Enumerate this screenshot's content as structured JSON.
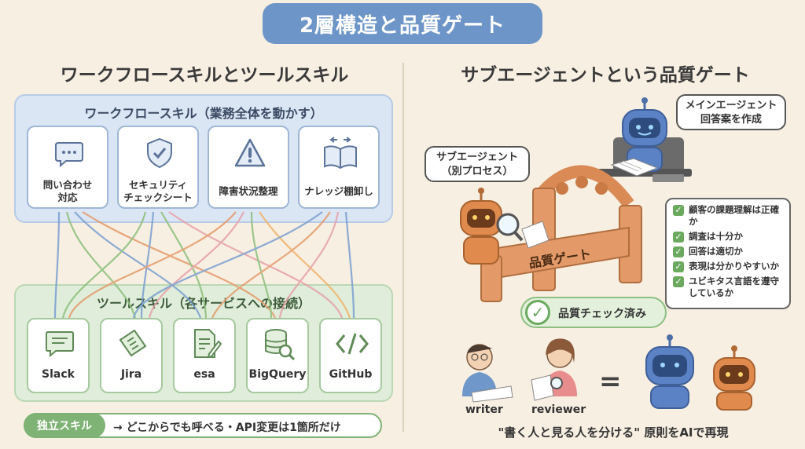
{
  "header": {
    "title": "2層構造と品質ゲート"
  },
  "left": {
    "title": "ワークフロースキルとツールスキル",
    "workflow_panel": {
      "title": "ワークフロースキル（業務全体を動かす）",
      "items": [
        {
          "line1": "問い合わせ",
          "line2": "対応",
          "icon": "chat-bubble-icon"
        },
        {
          "line1": "セキュリティ",
          "line2": "チェックシート",
          "icon": "shield-check-icon"
        },
        {
          "line1": "障害状況整理",
          "line2": "",
          "icon": "warning-icon"
        },
        {
          "line1": "ナレッジ棚卸し",
          "line2": "",
          "icon": "book-icon"
        }
      ]
    },
    "tool_panel": {
      "title": "ツールスキル（各サービスへの接続）",
      "items": [
        {
          "label": "Slack",
          "icon": "message-icon"
        },
        {
          "label": "Jira",
          "icon": "ticket-icon"
        },
        {
          "label": "esa",
          "icon": "document-pen-icon"
        },
        {
          "label": "BigQuery",
          "icon": "database-search-icon"
        },
        {
          "label": "GitHub",
          "icon": "code-icon"
        }
      ]
    },
    "bottom_bar": {
      "tag": "独立スキル",
      "text": "→ どこからでも呼べる・API変更は1箇所だけ"
    },
    "line_colors": [
      "#7a9fd0",
      "#e59a6a",
      "#8cbf7a",
      "#e7a0a8",
      "#f1b36a"
    ]
  },
  "right": {
    "title": "サブエージェントという品質ゲート",
    "main_agent_bubble": {
      "line1": "メインエージェント",
      "line2": "回答案を作成"
    },
    "sub_agent_bubble": {
      "line1": "サブエージェント",
      "line2": "（別プロセス）"
    },
    "gate_label": "品質ゲート",
    "checklist": [
      "顧客の課題理解は正確か",
      "調査は十分か",
      "回答は適切か",
      "表現は分かりやすいか",
      "ユビキタス言語を遵守しているか"
    ],
    "passed_label": "品質チェック済み",
    "writer_label": "writer",
    "reviewer_label": "reviewer",
    "equals": "=",
    "principle": "\"書く人と見る人を分ける\" 原則をAIで再現"
  },
  "colors": {
    "title_bg": "#6d95c8",
    "workflow_bg": "#dbe6f4",
    "tool_bg": "#dfedda",
    "accent_green": "#6aa95e",
    "robot_blue": "#5b82c4",
    "robot_orange": "#e08a4e",
    "gate_orange": "#e39a68"
  }
}
